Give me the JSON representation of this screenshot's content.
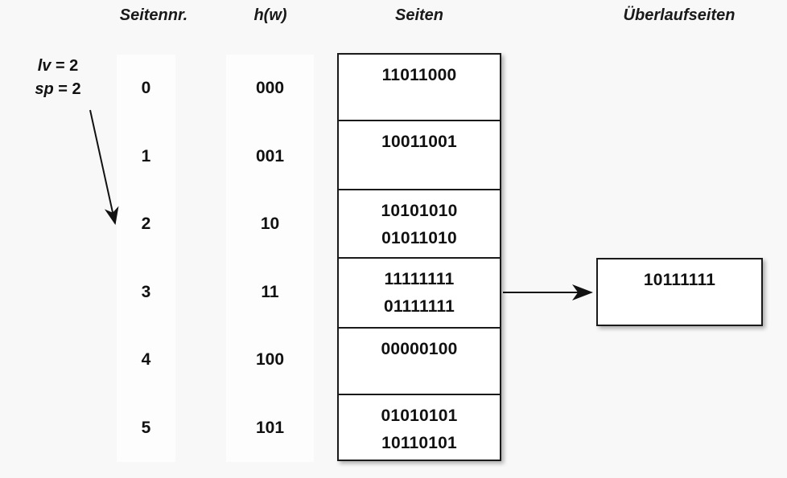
{
  "headers": {
    "seitennr": "Seitennr.",
    "hw": "h(w)",
    "seiten": "Seiten",
    "overflow": "Überlaufseiten"
  },
  "params": {
    "lv_label": "lv",
    "lv_eq": "= 2",
    "sp_label": "sp",
    "sp_eq": "= 2",
    "lv_line": "lv = 2",
    "sp_line": "sp = 2"
  },
  "page_numbers": [
    "0",
    "1",
    "2",
    "3",
    "4",
    "5"
  ],
  "hash_values": [
    "000",
    "001",
    "10",
    "11",
    "100",
    "101"
  ],
  "pages": [
    {
      "records": [
        "11011000"
      ]
    },
    {
      "records": [
        "10011001"
      ]
    },
    {
      "records": [
        "10101010",
        "01011010"
      ]
    },
    {
      "records": [
        "11111111",
        "01111111"
      ]
    },
    {
      "records": [
        "00000100"
      ]
    },
    {
      "records": [
        "01010101",
        "10110101"
      ]
    }
  ],
  "overflow_pages": [
    {
      "records": [
        "10111111"
      ]
    }
  ],
  "colors": {
    "background": "#f8f8f8",
    "box_fill": "#ffffff",
    "border": "#1a1a1a",
    "text": "#111111",
    "tint_column": "#fdfdfd"
  }
}
